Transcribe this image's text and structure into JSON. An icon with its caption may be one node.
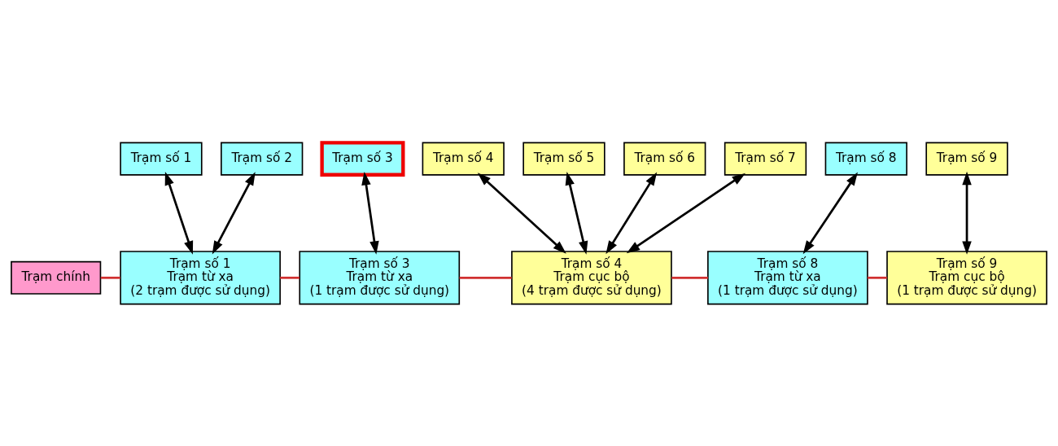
{
  "diagram": {
    "nodes": [
      {
        "text": [
          "Trạm số 1"
        ]
      },
      {
        "text": [
          "Trạm số 2"
        ]
      },
      {
        "text": [
          "Trạm số 3"
        ]
      },
      {
        "text": [
          "Trạm số 4"
        ]
      },
      {
        "text": [
          "Trạm số 5"
        ]
      },
      {
        "text": [
          "Trạm số 6"
        ]
      },
      {
        "text": [
          "Trạm số 7"
        ]
      },
      {
        "text": [
          "Trạm số 8"
        ]
      },
      {
        "text": [
          "Trạm số 9"
        ]
      },
      {
        "text": [
          "Trạm chính"
        ]
      },
      {
        "text": [
          "Trạm số 1",
          "Trạm từ xa",
          "(2 trạm được sử dụng)"
        ]
      },
      {
        "text": [
          "Trạm số 3",
          "Trạm từ xa",
          "(1 trạm được sử dụng)"
        ]
      },
      {
        "text": [
          "Trạm số 4",
          "Trạm cục bộ",
          "(4 trạm được sử dụng)"
        ]
      },
      {
        "text": [
          "Trạm số 8",
          "Trạm từ xa",
          "(1 trạm được sử dụng)"
        ]
      },
      {
        "text": [
          "Trạm số 9",
          "Trạm cục bộ",
          "(1 trạm được sử dụng)"
        ]
      }
    ],
    "edges": [
      {
        "from": 0,
        "to": 10,
        "arrow": "both"
      },
      {
        "from": 1,
        "to": 10,
        "arrow": "both"
      },
      {
        "from": 2,
        "to": 11,
        "arrow": "both"
      },
      {
        "from": 3,
        "to": 12,
        "arrow": "both"
      },
      {
        "from": 4,
        "to": 12,
        "arrow": "both"
      },
      {
        "from": 5,
        "to": 12,
        "arrow": "both"
      },
      {
        "from": 6,
        "to": 12,
        "arrow": "both"
      },
      {
        "from": 7,
        "to": 13,
        "arrow": "both"
      },
      {
        "from": 8,
        "to": 14,
        "arrow": "both"
      },
      {
        "from": 9,
        "to": 10,
        "arrow": "none",
        "color": "#d03030"
      },
      {
        "from": 10,
        "to": 11,
        "arrow": "none",
        "color": "#d03030"
      },
      {
        "from": 11,
        "to": 12,
        "arrow": "none",
        "color": "#d03030"
      },
      {
        "from": 12,
        "to": 13,
        "arrow": "none",
        "color": "#d03030"
      },
      {
        "from": 13,
        "to": 14,
        "arrow": "none",
        "color": "#d03030"
      }
    ]
  }
}
